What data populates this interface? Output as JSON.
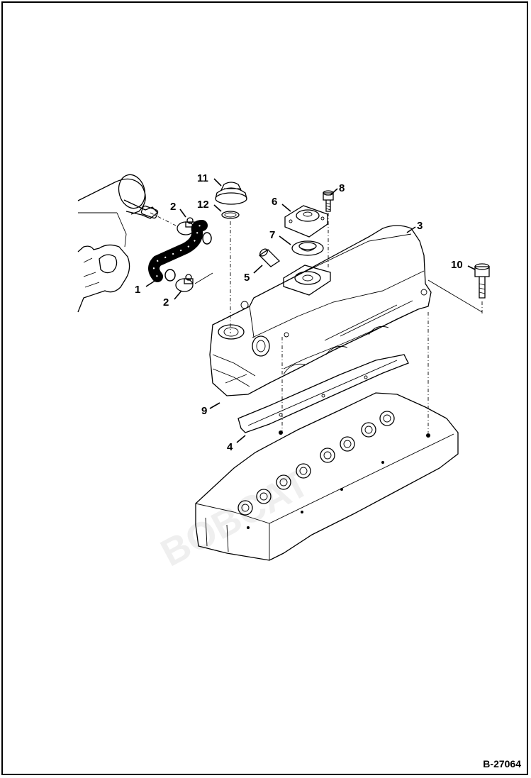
{
  "diagram": {
    "document_id": "B-27064",
    "callouts": [
      {
        "id": "c1",
        "label": "1"
      },
      {
        "id": "c2a",
        "label": "2"
      },
      {
        "id": "c2b",
        "label": "2"
      },
      {
        "id": "c3",
        "label": "3"
      },
      {
        "id": "c4",
        "label": "4"
      },
      {
        "id": "c5",
        "label": "5"
      },
      {
        "id": "c6",
        "label": "6"
      },
      {
        "id": "c7",
        "label": "7"
      },
      {
        "id": "c8",
        "label": "8"
      },
      {
        "id": "c9",
        "label": "9"
      },
      {
        "id": "c10",
        "label": "10"
      },
      {
        "id": "c11",
        "label": "11"
      },
      {
        "id": "c12",
        "label": "12"
      }
    ]
  }
}
